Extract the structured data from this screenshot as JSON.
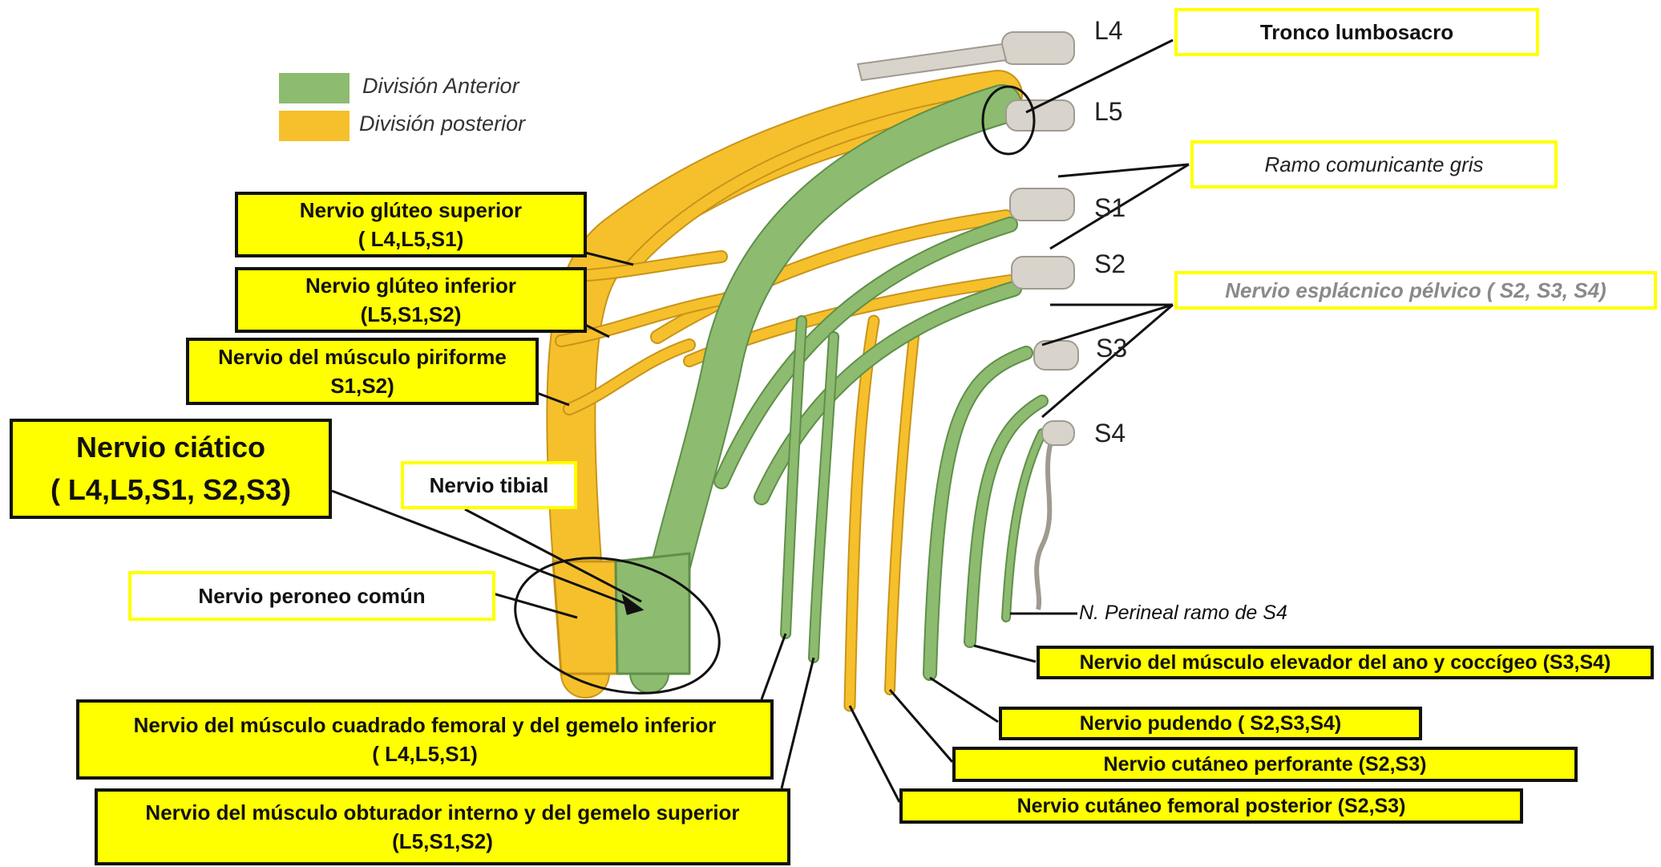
{
  "legend": {
    "anterior": {
      "label": "División Anterior",
      "color": "#8dbb6f"
    },
    "posterior": {
      "label": "División posterior",
      "color": "#f6c02c"
    }
  },
  "roots": [
    "L4",
    "L5",
    "S1",
    "S2",
    "S3",
    "S4"
  ],
  "labels": {
    "tronco_lumbosacro": "Tronco lumbosacro",
    "ramo_comunicante": "Ramo comunicante gris",
    "esplacnico": "Nervio esplácnico pélvico ( S2, S3, S4)",
    "gluteo_superior": {
      "line1": "Nervio glúteo superior",
      "line2": "( L4,L5,S1)"
    },
    "gluteo_inferior": {
      "line1": "Nervio glúteo inferior",
      "line2": "(L5,S1,S2)"
    },
    "piriforme": {
      "line1": "Nervio del músculo piriforme",
      "line2": "S1,S2)"
    },
    "ciatico": {
      "line1": "Nervio ciático",
      "line2": "( L4,L5,S1, S2,S3)"
    },
    "tibial": "Nervio  tibial",
    "peroneo": "Nervio  peroneo común",
    "perineal": "N. Perineal ramo de S4",
    "elevador": "Nervio del músculo elevador del ano y coccígeo (S3,S4)",
    "pudendo": "Nervio pudendo ( S2,S3,S4)",
    "perforante": "Nervio cutáneo  perforante (S2,S3)",
    "femoral_posterior": "Nervio cutáneo femoral posterior (S2,S3)",
    "cuadrado": {
      "line1": "Nervio del músculo cuadrado femoral y del gemelo inferior",
      "line2": "( L4,L5,S1)"
    },
    "obturador": {
      "line1": "Nervio del músculo obturador interno y del gemelo superior",
      "line2": "(L5,S1,S2)"
    }
  },
  "colors": {
    "anterior": "#8dbb6f",
    "anterior_edge": "#5f8f49",
    "posterior": "#f6c02c",
    "posterior_edge": "#c8941a",
    "root_stump": "#d8d3cb",
    "root_edge": "#a09a90",
    "label_box": "#ffff00"
  }
}
